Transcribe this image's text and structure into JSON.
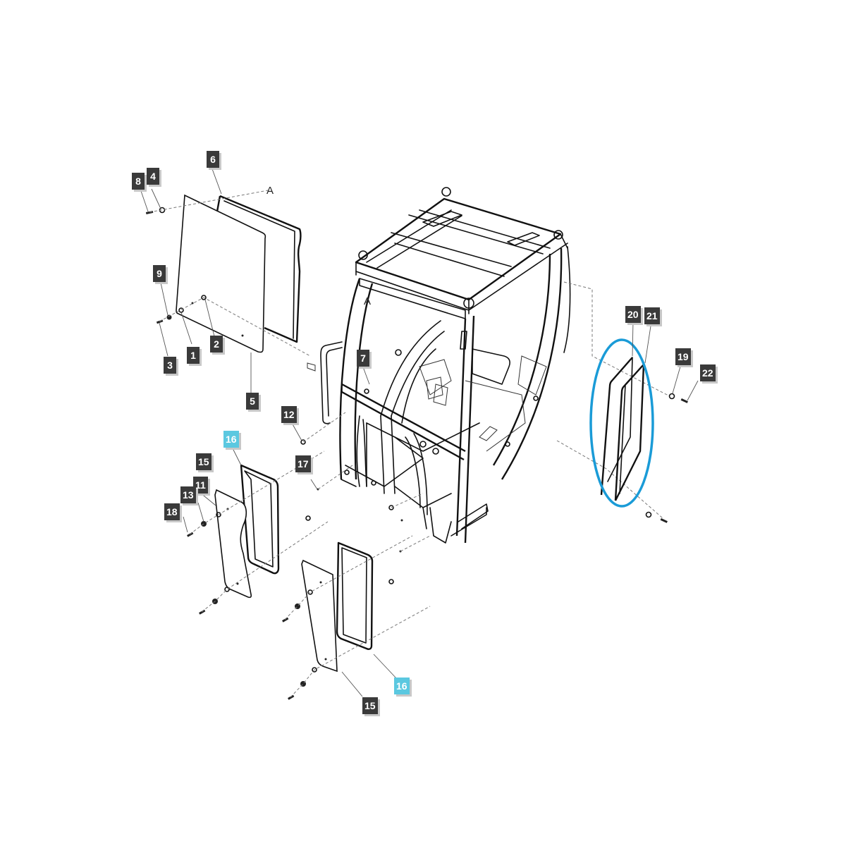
{
  "diagram": {
    "type": "exploded-parts-view",
    "subject": "tractor cab frame with glass panels",
    "highlight": {
      "shape": "ellipse",
      "color": "#1a9bd7",
      "encloses_parts": [
        "20",
        "21"
      ]
    },
    "callout_colors": {
      "default_bg": "#3a3a3a",
      "highlight_bg": "#5bc8e0",
      "text": "#ffffff"
    },
    "reference_letters": [
      {
        "id": "A-top",
        "text": "A"
      },
      {
        "id": "A-frame",
        "text": "A"
      }
    ],
    "callouts": [
      {
        "id": "c8",
        "label": "8",
        "highlighted": false
      },
      {
        "id": "c4",
        "label": "4",
        "highlighted": false
      },
      {
        "id": "c6",
        "label": "6",
        "highlighted": false
      },
      {
        "id": "c9",
        "label": "9",
        "highlighted": false
      },
      {
        "id": "c3",
        "label": "3",
        "highlighted": false
      },
      {
        "id": "c1",
        "label": "1",
        "highlighted": false
      },
      {
        "id": "c2",
        "label": "2",
        "highlighted": false
      },
      {
        "id": "c5",
        "label": "5",
        "highlighted": false
      },
      {
        "id": "c7",
        "label": "7",
        "highlighted": false
      },
      {
        "id": "c12",
        "label": "12",
        "highlighted": false
      },
      {
        "id": "c16a",
        "label": "16",
        "highlighted": true
      },
      {
        "id": "c15a",
        "label": "15",
        "highlighted": false
      },
      {
        "id": "c17",
        "label": "17",
        "highlighted": false
      },
      {
        "id": "c11",
        "label": "11",
        "highlighted": false
      },
      {
        "id": "c13",
        "label": "13",
        "highlighted": false
      },
      {
        "id": "c18",
        "label": "18",
        "highlighted": false
      },
      {
        "id": "c20",
        "label": "20",
        "highlighted": false
      },
      {
        "id": "c21",
        "label": "21",
        "highlighted": false
      },
      {
        "id": "c19",
        "label": "19",
        "highlighted": false
      },
      {
        "id": "c22",
        "label": "22",
        "highlighted": false
      },
      {
        "id": "c16b",
        "label": "16",
        "highlighted": true
      },
      {
        "id": "c15b",
        "label": "15",
        "highlighted": false
      }
    ]
  }
}
